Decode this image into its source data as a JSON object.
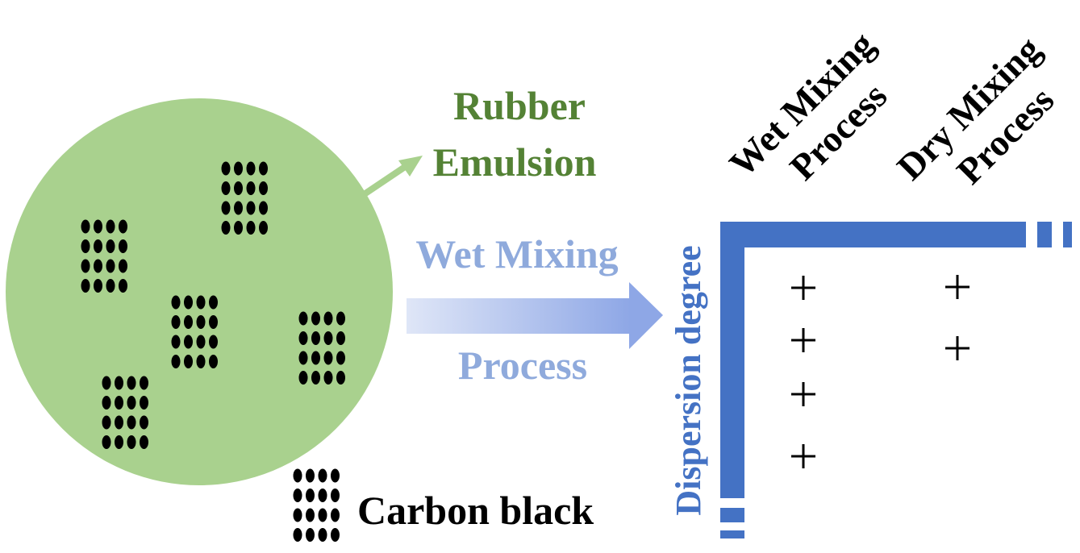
{
  "labels": {
    "rubber_line1": "Rubber",
    "rubber_line2": "Emulsion",
    "wet_arrow_top": "Wet Mixing",
    "wet_arrow_bottom": "Process",
    "legend_label": "Carbon black",
    "axis_label": "Dispersion degree",
    "col_wet_line1": "Wet Mixing",
    "col_wet_line2": "Process",
    "col_dry_line1": "Dry Mixing",
    "col_dry_line2": "Process"
  },
  "colors": {
    "emulsion_fill": "#a9d18e",
    "emulsion_text": "#548235",
    "process_text": "#8faadc",
    "axis_blue": "#4472c4",
    "carbon": "#000000"
  },
  "dispersion": {
    "wet_mixing_plus_count": 4,
    "dry_mixing_plus_count": 2,
    "plus_symbol": "+"
  }
}
